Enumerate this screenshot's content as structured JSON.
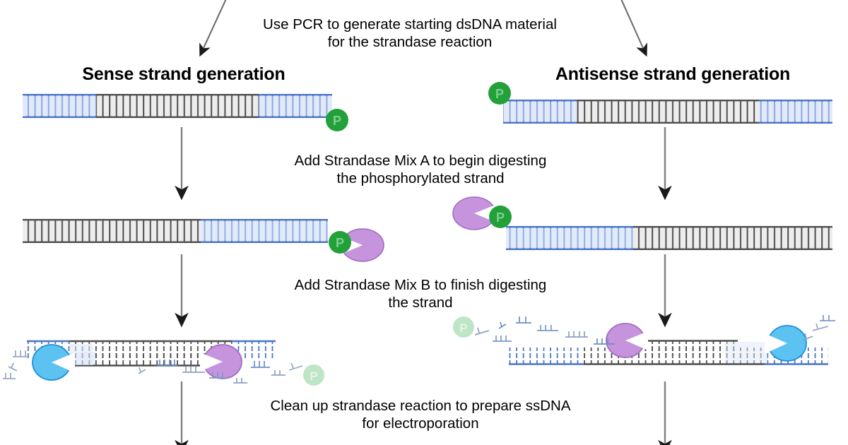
{
  "figure": {
    "type": "workflow-diagram",
    "subject": "Strandase ssDNA generation workflow",
    "columns": [
      {
        "id": "sense",
        "title": "Sense strand generation",
        "phosphate_side": "right"
      },
      {
        "id": "antisense",
        "title": "Antisense strand generation",
        "phosphate_side": "left"
      }
    ],
    "steps": [
      {
        "id": "pcr",
        "text": "Use PCR to generate starting dsDNA material\nfor the strandase reaction"
      },
      {
        "id": "mix-a",
        "text": "Add Strandase Mix A to begin digesting\nthe phosphorylated strand"
      },
      {
        "id": "mix-b",
        "text": "Add Strandase Mix B to finish digesting\nthe strand"
      },
      {
        "id": "cleanup",
        "text": "Clean up strandase reaction to prepare ssDNA\nfor electroporation"
      }
    ],
    "legend_glyphs": {
      "phosphate_label": "P",
      "phosphate_label_faded": "P",
      "enzyme_mix_a": "purple-pacman-enzyme",
      "enzyme_mix_b": "blue-pacman-enzyme"
    },
    "colors": {
      "phosphate_green": "#22a03a",
      "phosphate_green_inner": "#6ecb7d",
      "phosphate_faded": "#b6e2bd",
      "enzyme_purple_fill": "#c693dd",
      "enzyme_purple_stroke": "#9a5fc0",
      "enzyme_blue_fill": "#5cc2f2",
      "enzyme_blue_stroke": "#1f8fd6",
      "dna_blue_fill": "#dfe9f9",
      "dna_blue_line": "#4472c4",
      "dna_gray_fill": "#eceded",
      "dna_gray_line": "#4d4d4d",
      "arrow_shaft": "#808080",
      "arrow_head": "#1a1a1a",
      "text": "#000000",
      "background": "#ffffff"
    }
  }
}
